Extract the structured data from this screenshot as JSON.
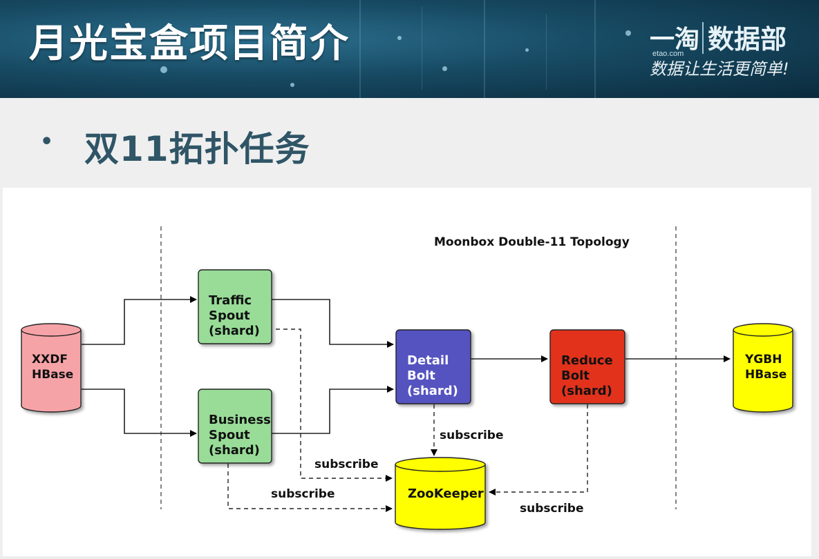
{
  "slide": {
    "title": "月光宝盒项目简介",
    "bullet": "•",
    "section": "双11拓扑任务"
  },
  "logo": {
    "left": "一淘",
    "url": "etao.com",
    "right": "数据部",
    "slogan": "数据让生活更简单!"
  },
  "diagram": {
    "title": "Moonbox Double-11 Topology",
    "nodes": {
      "xxdf": [
        "XXDF",
        "HBase"
      ],
      "traffic": [
        "Traffic",
        "Spout",
        "(shard)"
      ],
      "business": [
        "Business",
        "Spout",
        "(shard)"
      ],
      "detail": [
        "Detail",
        "Bolt",
        "(shard)"
      ],
      "reduce": [
        "Reduce",
        "Bolt",
        "(shard)"
      ],
      "ygbh": [
        "YGBH",
        "HBase"
      ],
      "zookeeper": [
        "ZooKeeper"
      ]
    },
    "edge_labels": {
      "detail_sub": "subscribe",
      "traffic_sub": "subscribe",
      "business_sub": "subscribe",
      "reduce_sub": "subscribe"
    },
    "colors": {
      "spout": "#98dc98",
      "detail": "#5452c0",
      "reduce": "#e2311e",
      "xxdf": "#f6a3a8",
      "store": "#ffff00"
    }
  }
}
